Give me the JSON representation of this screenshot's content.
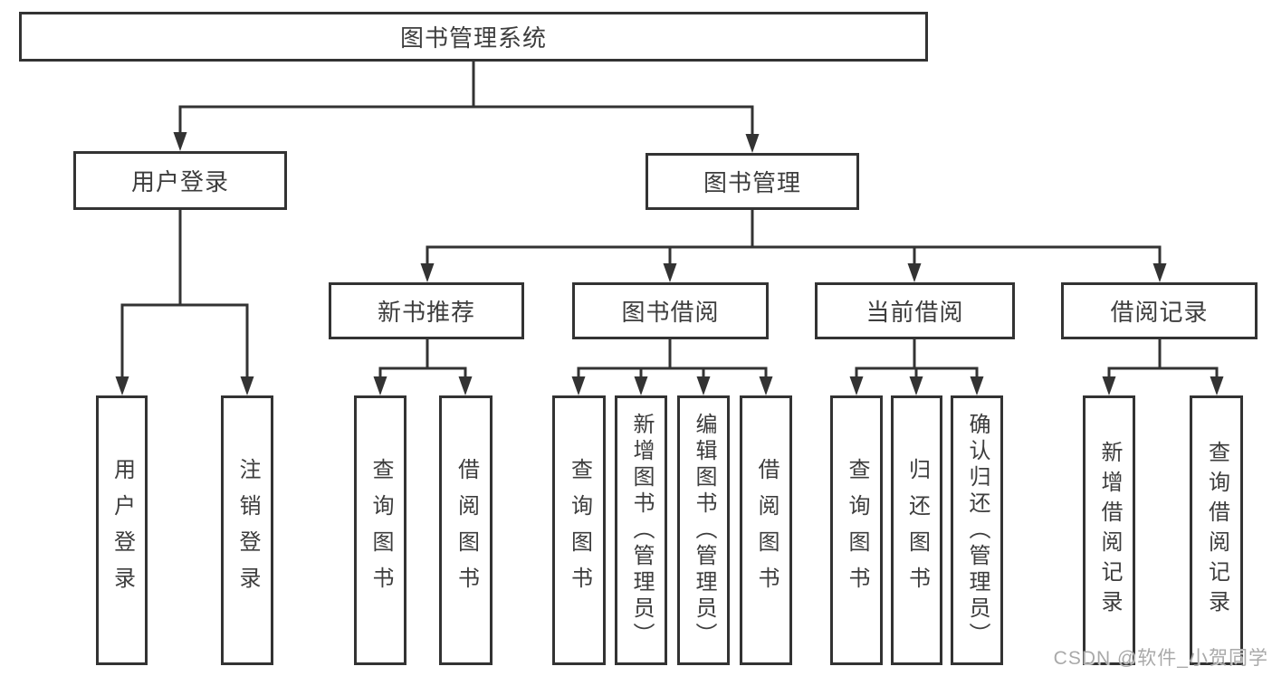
{
  "watermark": "CSDN @软件_小贺同学",
  "colors": {
    "line": "#333333",
    "node_border": "#333333",
    "node_text": "#3d3d3d",
    "watermark_text": "#a9a9a9",
    "background": "#ffffff"
  },
  "tree": {
    "label": "图书管理系统",
    "children": [
      {
        "label": "用户登录",
        "children": [
          {
            "label": "用户登录"
          },
          {
            "label": "注销登录"
          }
        ]
      },
      {
        "label": "图书管理",
        "children": [
          {
            "label": "新书推荐",
            "children": [
              {
                "label": "查询图书"
              },
              {
                "label": "借阅图书"
              }
            ]
          },
          {
            "label": "图书借阅",
            "children": [
              {
                "label": "查询图书"
              },
              {
                "label": "新增图书（管理员）"
              },
              {
                "label": "编辑图书（管理员）"
              },
              {
                "label": "借阅图书"
              }
            ]
          },
          {
            "label": "当前借阅",
            "children": [
              {
                "label": "查询图书"
              },
              {
                "label": "归还图书"
              },
              {
                "label": "确认归还（管理员）"
              }
            ]
          },
          {
            "label": "借阅记录",
            "children": [
              {
                "label": "新增借阅记录"
              },
              {
                "label": "查询借阅记录"
              }
            ]
          }
        ]
      }
    ]
  }
}
